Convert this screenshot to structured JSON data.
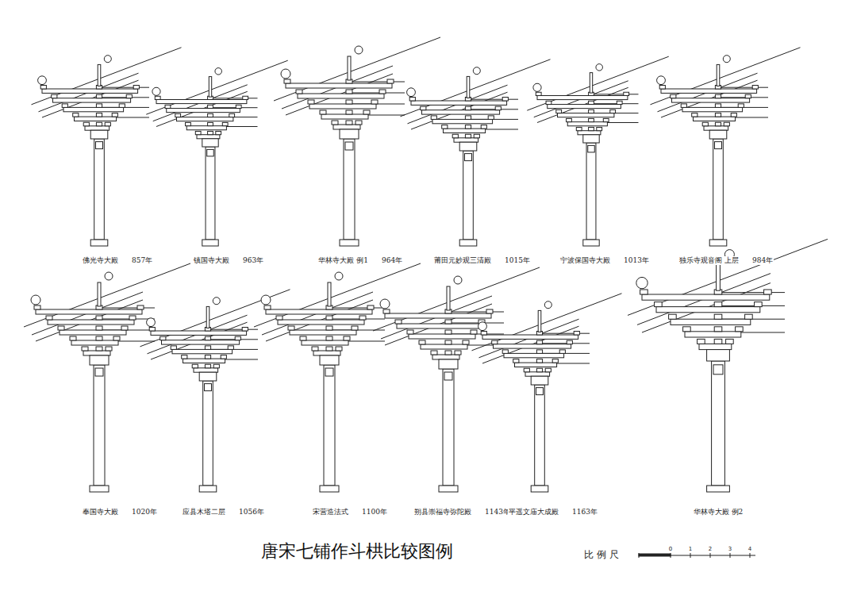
{
  "diagram": {
    "title": "唐宋七铺作斗栱比较图例",
    "labels": [
      "佛光寺大殿",
      "857年",
      "镇国寺大殿",
      "963年",
      "华林寺大殿 例1",
      "964年",
      "莆田元妙观三清殿",
      "1015年",
      "宁波保国寺大殿",
      "1013年",
      "独乐寺观音阁 上层",
      "984年",
      "奉国寺大殿",
      "1020年",
      "应县木塔二层",
      "1056年",
      "宋营造法式",
      "1100年",
      "朔县崇福寺弥陀殿",
      "1143年",
      "平遥文庙大成殿",
      "1163年",
      "华林寺大殿 例2",
      "比例尺",
      "0",
      "1",
      "2",
      "3",
      "4"
    ]
  }
}
